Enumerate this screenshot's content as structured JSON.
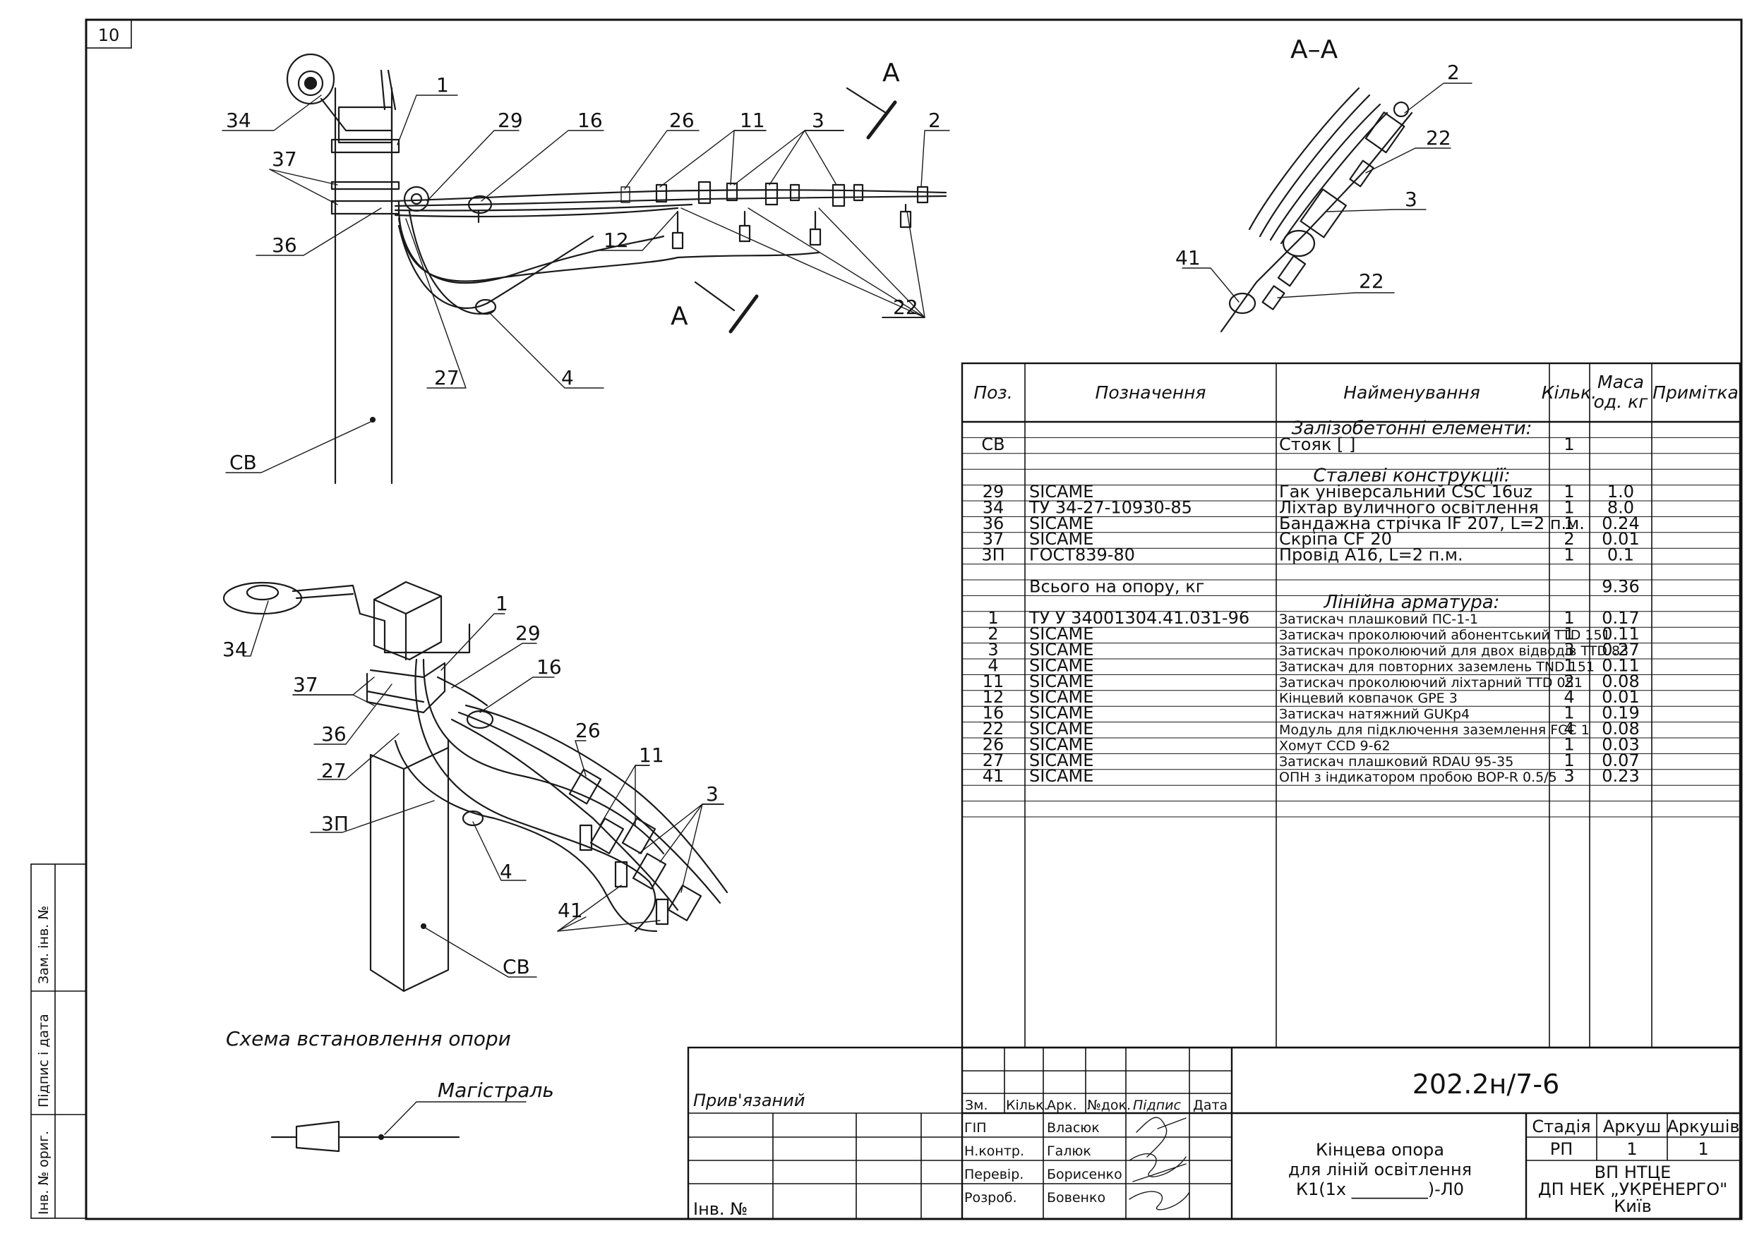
{
  "sheet_number": "10",
  "section_label": "А–А",
  "section_arrow_letter": "А",
  "drawing_number": "202.2н/7-6",
  "scheme_caption": "Схема встановлення опори",
  "legend_label": "Магістраль",
  "top_view_callouts": [
    "34",
    "37",
    "36",
    "1",
    "29",
    "16",
    "26",
    "11",
    "3",
    "2",
    "12",
    "22",
    "27",
    "4",
    "СВ"
  ],
  "section_view_callouts": [
    "2",
    "22",
    "3",
    "41",
    "22"
  ],
  "iso_view_callouts": [
    "34",
    "37",
    "36",
    "27",
    "3П",
    "1",
    "29",
    "16",
    "26",
    "11",
    "3",
    "4",
    "41",
    "СВ"
  ],
  "spec_table": {
    "headers": {
      "pos": "Поз.",
      "designation": "Позначення",
      "name": "Найменування",
      "qty": "Кільк.",
      "mass_line1": "Маса",
      "mass_line2": "од. кг",
      "note": "Примітка"
    },
    "rows": [
      {
        "kind": "section",
        "name": "Залізобетонні елементи:"
      },
      {
        "kind": "item",
        "pos": "СВ",
        "designation": "",
        "name": "Стояк [                                                   ]",
        "qty": "1",
        "mass": ""
      },
      {
        "kind": "blank"
      },
      {
        "kind": "section",
        "name": "Сталеві конструкції:"
      },
      {
        "kind": "item",
        "pos": "29",
        "designation": "SICAME",
        "name": "Гак універсальний CSC 16uz",
        "qty": "1",
        "mass": "1.0"
      },
      {
        "kind": "item",
        "pos": "34",
        "designation": "ТУ 34-27-10930-85",
        "name": "Ліхтар вуличного освітлення",
        "qty": "1",
        "mass": "8.0"
      },
      {
        "kind": "item",
        "pos": "36",
        "designation": "SICAME",
        "name": "Бандажна стрічка IF 207, L=2 п.м.",
        "qty": "1",
        "mass": "0.24"
      },
      {
        "kind": "item",
        "pos": "37",
        "designation": "SICAME",
        "name": "Скріпа CF 20",
        "qty": "2",
        "mass": "0.01"
      },
      {
        "kind": "item",
        "pos": "3П",
        "designation": "ГОСТ839-80",
        "name": "Провід А16, L=2 п.м.",
        "qty": "1",
        "mass": "0.1"
      },
      {
        "kind": "blank"
      },
      {
        "kind": "item",
        "pos": "",
        "designation": "Всього на опору, кг",
        "name": "",
        "qty": "",
        "mass": "9.36"
      },
      {
        "kind": "section",
        "name": "Лінійна арматура:"
      },
      {
        "kind": "item",
        "pos": "1",
        "designation": "ТУ У 34001304.41.031-96",
        "name": "Затискач плашковий ПС-1-1",
        "qty": "1",
        "mass": "0.17",
        "small": true
      },
      {
        "kind": "item",
        "pos": "2",
        "designation": "SICAME",
        "name": "Затискач проколюючий абонентський TTD 151",
        "qty": "1",
        "mass": "0.11",
        "small": true
      },
      {
        "kind": "item",
        "pos": "3",
        "designation": "SICAME",
        "name": "Затискач проколюючий для двох відводів TTD 83",
        "qty": "3",
        "mass": "0.27",
        "small": true
      },
      {
        "kind": "item",
        "pos": "4",
        "designation": "SICAME",
        "name": "Затискач для повторних заземлень TND 151",
        "qty": "1",
        "mass": "0.11",
        "small": true
      },
      {
        "kind": "item",
        "pos": "11",
        "designation": "SICAME",
        "name": "Затискач проколюючий ліхтарний TTD 051",
        "qty": "2",
        "mass": "0.08",
        "small": true
      },
      {
        "kind": "item",
        "pos": "12",
        "designation": "SICAME",
        "name": "Кінцевий ковпачок GPE 3",
        "qty": "4",
        "mass": "0.01",
        "small": true
      },
      {
        "kind": "item",
        "pos": "16",
        "designation": "SICAME",
        "name": "Затискач натяжний GUKp4",
        "qty": "1",
        "mass": "0.19",
        "small": true
      },
      {
        "kind": "item",
        "pos": "22",
        "designation": "SICAME",
        "name": "Модуль для підключення заземлення FCC 1",
        "qty": "4",
        "mass": "0.08",
        "small": true
      },
      {
        "kind": "item",
        "pos": "26",
        "designation": "SICAME",
        "name": "Хомут CCD 9-62",
        "qty": "1",
        "mass": "0.03",
        "small": true
      },
      {
        "kind": "item",
        "pos": "27",
        "designation": "SICAME",
        "name": "Затискач плашковий RDAU 95-35",
        "qty": "1",
        "mass": "0.07",
        "small": true
      },
      {
        "kind": "item",
        "pos": "41",
        "designation": "SICAME",
        "name": "ОПН з індикатором пробою BOP-R 0.5/5",
        "qty": "3",
        "mass": "0.23",
        "small": true
      },
      {
        "kind": "blank"
      },
      {
        "kind": "blank"
      }
    ]
  },
  "title_block": {
    "col_headers": [
      "Зм.",
      "Кільк.",
      "Арк.",
      "№док.",
      "Підпис",
      "Дата"
    ],
    "signatures": [
      {
        "role": "ГІП",
        "name": "Власюк"
      },
      {
        "role": "Н.контр.",
        "name": "Галюк"
      },
      {
        "role": "Перевір.",
        "name": "Борисенко"
      },
      {
        "role": "Розроб.",
        "name": "Бовенко"
      }
    ],
    "title_lines": [
      "Кінцева опора",
      "для ліній освітлення",
      "К1(1х _________)-Л0"
    ],
    "stage_headers": [
      "Стадія",
      "Аркуш",
      "Аркушів"
    ],
    "stage_values": [
      "РП",
      "1",
      "1"
    ],
    "org_lines": [
      "ВП НТЦЕ",
      "ДП НЕК „УКРЕНЕРГО\"",
      "Київ"
    ]
  },
  "left_strip": {
    "privyazaniy": "Прив'язаний",
    "inv_no": "Інв. №",
    "side_labels": [
      "Зам. інв. №",
      "Підпис і дата",
      "Інв. № ориг."
    ]
  }
}
